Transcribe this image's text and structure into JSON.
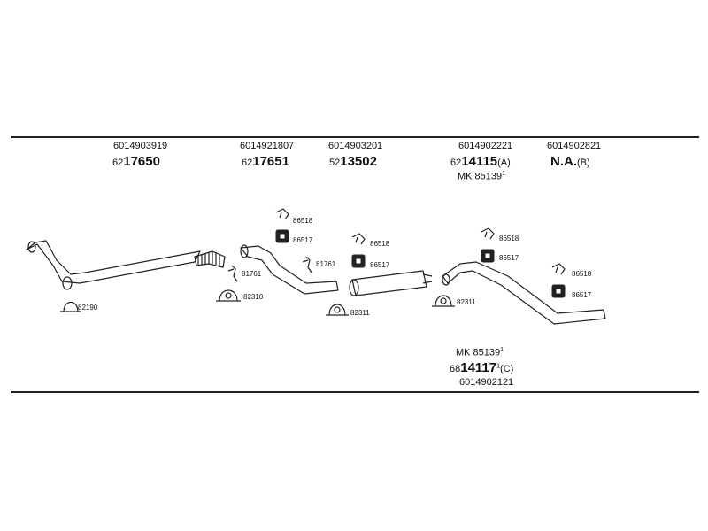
{
  "header": {
    "groups": [
      {
        "oe": "6014903919",
        "prefix": "62",
        "number": "17650",
        "suffix": ""
      },
      {
        "oe": "6014921807",
        "prefix": "62",
        "number": "17651",
        "suffix": ""
      },
      {
        "oe": "6014903201",
        "prefix": "52",
        "number": "13502",
        "suffix": ""
      },
      {
        "oe": "6014902221",
        "prefix": "62",
        "number": "14115",
        "suffix": "(A)",
        "kit": "MK 85139",
        "kit_sup": "1"
      },
      {
        "oe": "6014902821",
        "prefix": "",
        "number": "N.A.",
        "suffix": "(B)"
      }
    ]
  },
  "parts": {
    "clamp_left": "82190",
    "hanger_81761_a": "81761",
    "clamp_82310": "82310",
    "bracket_86518_a": "86518",
    "rubber_86517_a": "86517",
    "hanger_81761_b": "81761",
    "bracket_86518_b": "86518",
    "rubber_86517_b": "86517",
    "clamp_82311_a": "82311",
    "clamp_82311_b": "82311",
    "bracket_86518_c": "86518",
    "rubber_86517_c": "86517",
    "bracket_86518_d": "86518",
    "rubber_86517_d": "86517"
  },
  "footer": {
    "kit": "MK 85139",
    "kit_sup": "1",
    "prefix": "68",
    "number": "14117",
    "num_sup": "1",
    "suffix": "(C)",
    "oe": "6014902121"
  },
  "icons": [
    "exhaust-pipe-icon",
    "flex-pipe-icon",
    "silencer-icon",
    "clamp-icon",
    "rubber-mount-icon",
    "bracket-icon",
    "hanger-icon"
  ]
}
